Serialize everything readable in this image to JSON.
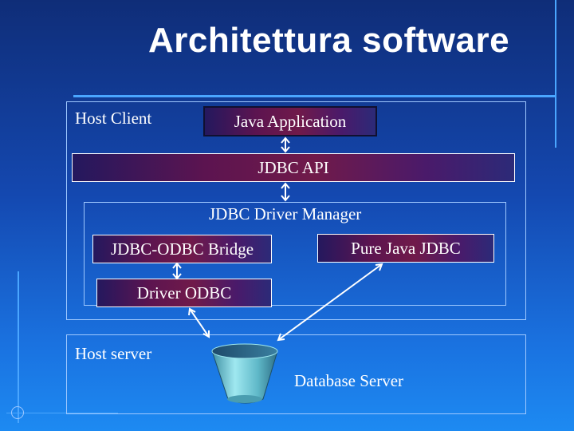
{
  "title": "Architettura software",
  "host_client": {
    "label": "Host Client"
  },
  "java_application": "Java Application",
  "jdbc_api": "JDBC API",
  "driver_manager": {
    "label": "JDBC Driver Manager",
    "odbc_bridge": "JDBC-ODBC Bridge",
    "pure_java": "Pure Java JDBC"
  },
  "driver_odbc": "Driver ODBC",
  "host_server": {
    "label": "Host server"
  },
  "database_server": "Database Server",
  "colors": {
    "box_gradient_mid": "#701a4a",
    "frame": "#9ec8ff",
    "cylinder": "#7fd6e0"
  }
}
